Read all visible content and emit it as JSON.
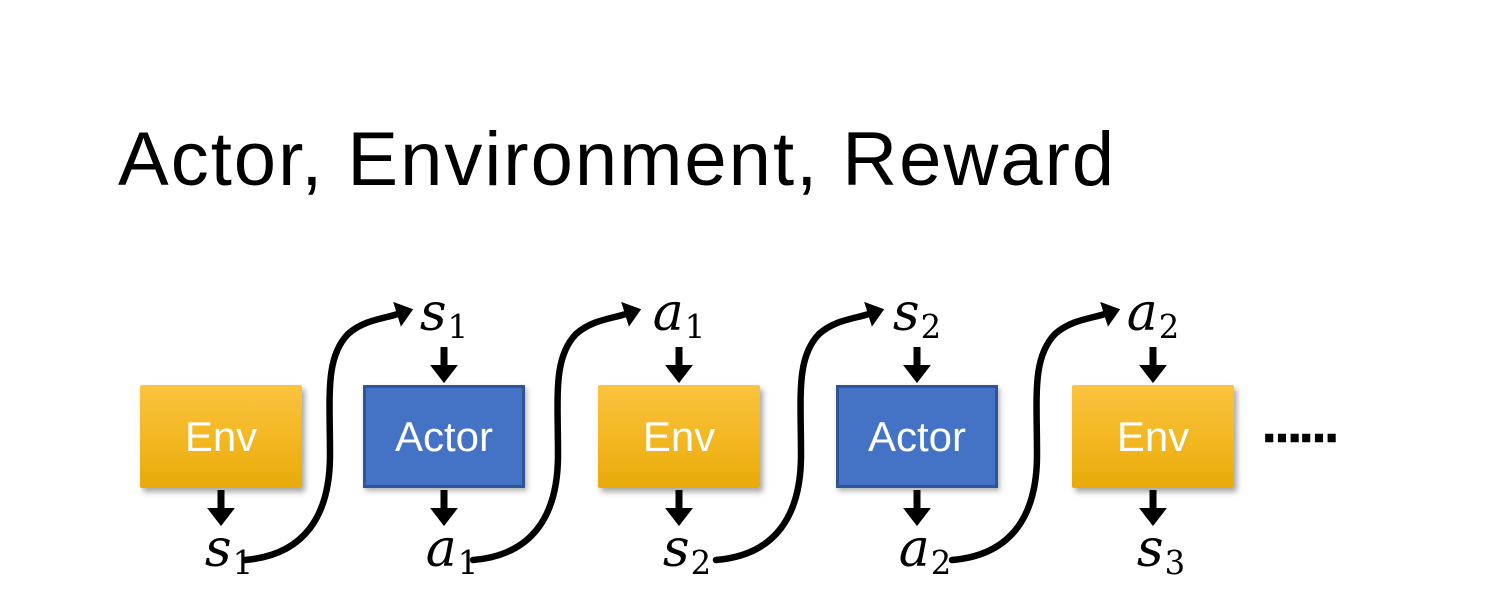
{
  "slide": {
    "title": "Actor, Environment, Reward",
    "background": "#FFFFFF",
    "title_color": "#000000"
  },
  "diagram": {
    "boxes": [
      {
        "label": "Env",
        "type": "environment"
      },
      {
        "label": "Actor",
        "type": "actor"
      },
      {
        "label": "Env",
        "type": "environment"
      },
      {
        "label": "Actor",
        "type": "actor"
      },
      {
        "label": "Env",
        "type": "environment"
      }
    ],
    "top_labels": [
      {
        "base": "s",
        "sub": "1"
      },
      {
        "base": "a",
        "sub": "1"
      },
      {
        "base": "s",
        "sub": "2"
      },
      {
        "base": "a",
        "sub": "2"
      }
    ],
    "bottom_labels": [
      {
        "base": "s",
        "sub": "1"
      },
      {
        "base": "a",
        "sub": "1"
      },
      {
        "base": "s",
        "sub": "2"
      },
      {
        "base": "a",
        "sub": "2"
      },
      {
        "base": "s",
        "sub": "3"
      }
    ],
    "ellipsis": "……",
    "colors": {
      "env_gradient_top": "#FBC440",
      "env_gradient_bottom": "#E8AB0A",
      "actor_fill": "#4472C4",
      "actor_border": "#2F5597",
      "box_text": "#FFFFFF",
      "arrow": "#000000"
    }
  }
}
